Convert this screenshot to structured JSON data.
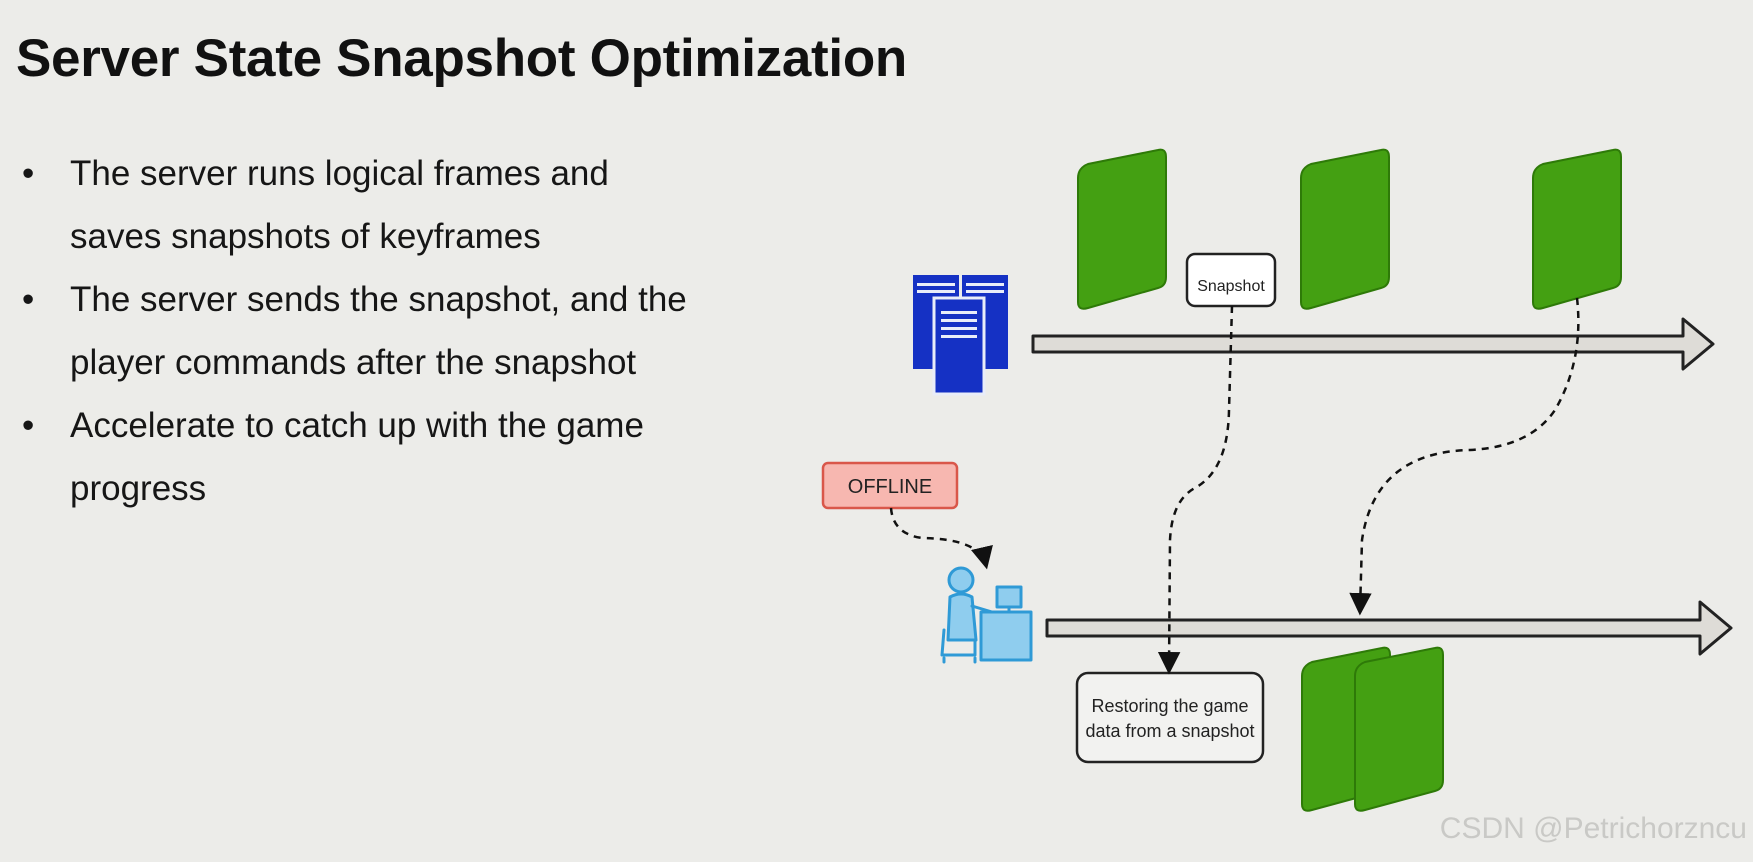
{
  "slide": {
    "title": "Server State Snapshot Optimization",
    "bullets": [
      {
        "mark": "•",
        "lines": [
          "The server runs logical frames and",
          "saves snapshots of keyframes"
        ]
      },
      {
        "mark": "•",
        "lines": [
          "The server sends the snapshot, and the",
          "player commands after the snapshot"
        ]
      },
      {
        "mark": "•",
        "lines": [
          "Accelerate to catch up with the game",
          "progress"
        ]
      }
    ]
  },
  "diagram": {
    "snapshot_label": "Snapshot",
    "offline_label": "OFFLINE",
    "restore_label_lines": [
      "Restoring the game",
      "data from a snapshot"
    ],
    "icons": {
      "server": "server-icon",
      "player": "player-at-computer-icon"
    },
    "colors": {
      "frame_fill": "#44a012",
      "frame_stroke": "#2e7a08",
      "server_blue": "#1531c4",
      "player_blue": "#2f9ad6",
      "player_light": "#8fcdee",
      "offline_fill": "#f7b7b0",
      "offline_stroke": "#d9574a",
      "arrow_fill": "#dedcd7"
    }
  },
  "watermark": "CSDN @Petrichorzncu"
}
